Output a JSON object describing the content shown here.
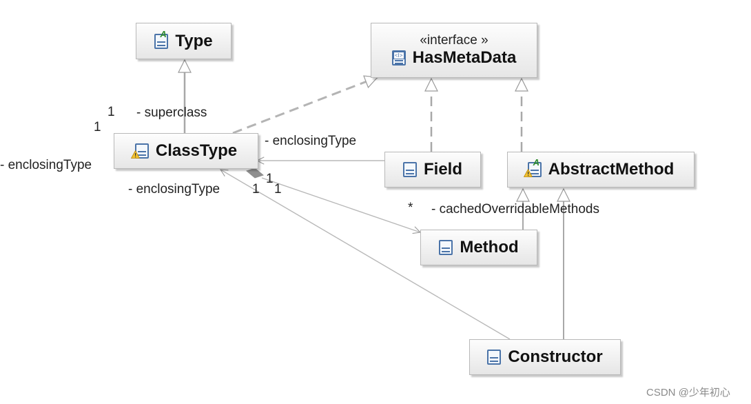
{
  "classes": {
    "type": {
      "name": "Type"
    },
    "has_meta_data": {
      "stereotype": "«interface »",
      "name": "HasMetaData"
    },
    "class_type": {
      "name": "ClassType"
    },
    "field": {
      "name": "Field"
    },
    "abstract_method": {
      "name": "AbstractMethod"
    },
    "method": {
      "name": "Method"
    },
    "constructor": {
      "name": "Constructor"
    }
  },
  "labels": {
    "superclass": "- superclass",
    "superclass_mult": "1",
    "self_mult": "1",
    "enclosing_type_left": "- enclosingType",
    "enclosing_type_field": "- enclosingType",
    "enclosing_type_constructor": "- enclosingType",
    "constructor_mult": "1",
    "method_mult_a": "1",
    "method_mult_b": "1",
    "cached_mult": "*",
    "cached_overridable": "- cachedOverridableMethods"
  },
  "watermark": "CSDN @少年初心",
  "colors": {
    "icon_blue": "#4a73a8",
    "abstract_green": "#2e8b2e",
    "warning_yellow": "#f2c230",
    "line_gray": "#b0b0b0"
  },
  "icons": [
    "class-icon",
    "abstract-class-icon",
    "interface-icon",
    "warning-icon",
    "composition-diamond-icon"
  ]
}
